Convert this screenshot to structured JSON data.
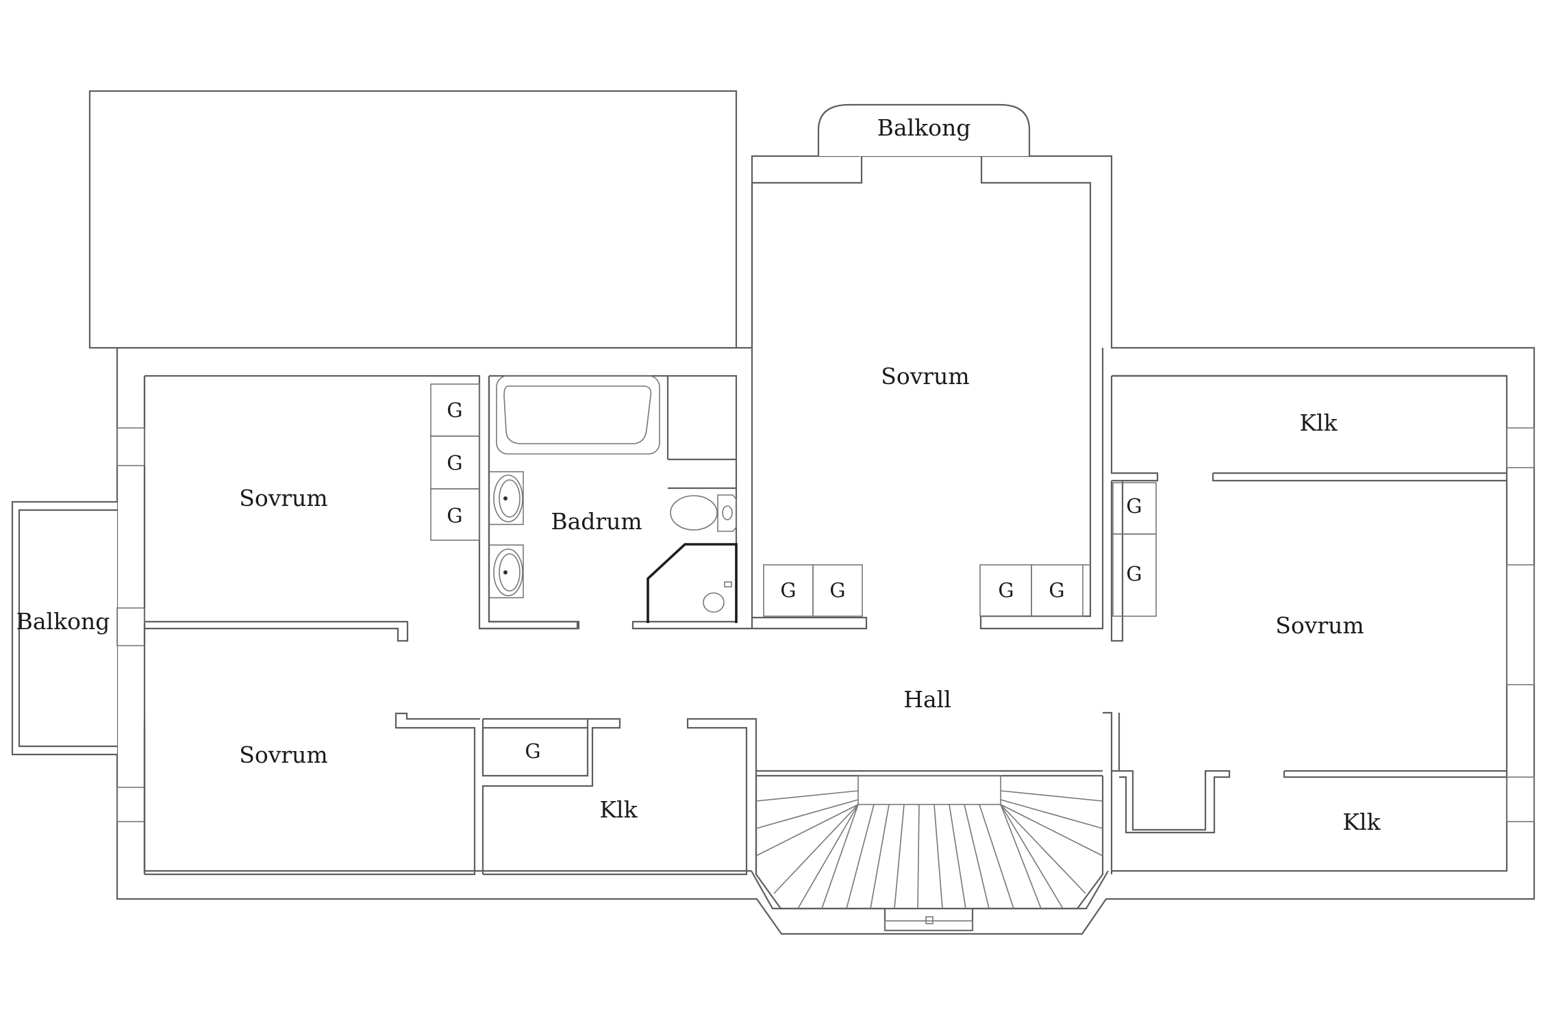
{
  "rooms": {
    "balkong_top": "Balkong",
    "balkong_left": "Balkong",
    "sovrum_center": "Sovrum",
    "sovrum_left_upper": "Sovrum",
    "sovrum_left_lower": "Sovrum",
    "sovrum_right": "Sovrum",
    "badrum": "Badrum",
    "hall": "Hall",
    "klk_top_right": "Klk",
    "klk_bottom_right": "Klk",
    "klk_bottom_center": "Klk"
  },
  "closets": {
    "label": "G"
  }
}
